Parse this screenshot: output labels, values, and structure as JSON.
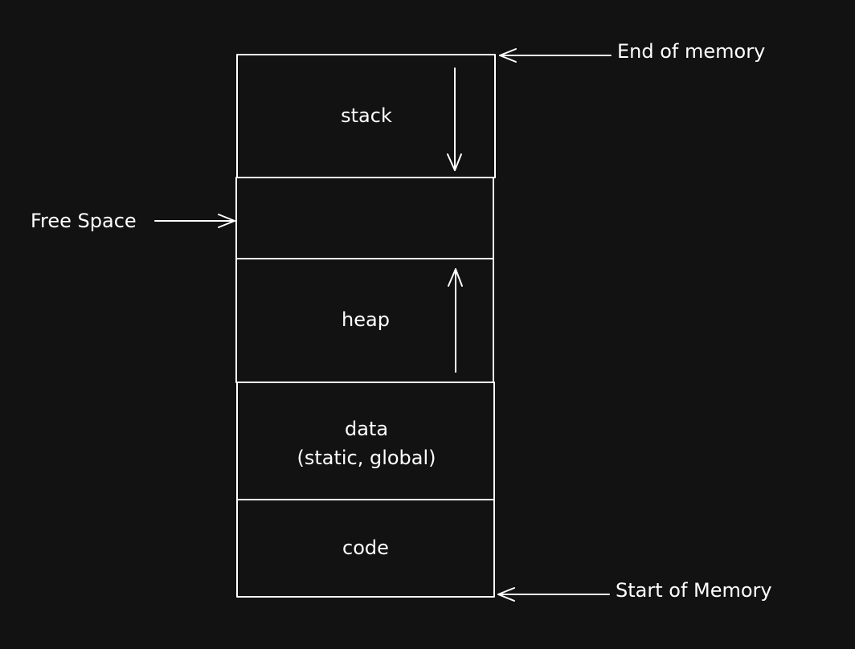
{
  "diagram": {
    "background_color": "#121212",
    "foreground_color": "#ffffff",
    "segments": [
      {
        "label": "stack"
      },
      {
        "label": ""
      },
      {
        "label": "heap"
      },
      {
        "label_line1": "data",
        "label_line2": "(static, global)"
      },
      {
        "label": "code"
      }
    ],
    "annotations": {
      "end_of_memory": "End of memory",
      "free_space": "Free Space",
      "start_of_memory": "Start of Memory"
    },
    "growth_arrows": {
      "stack": "down",
      "heap": "up"
    }
  }
}
